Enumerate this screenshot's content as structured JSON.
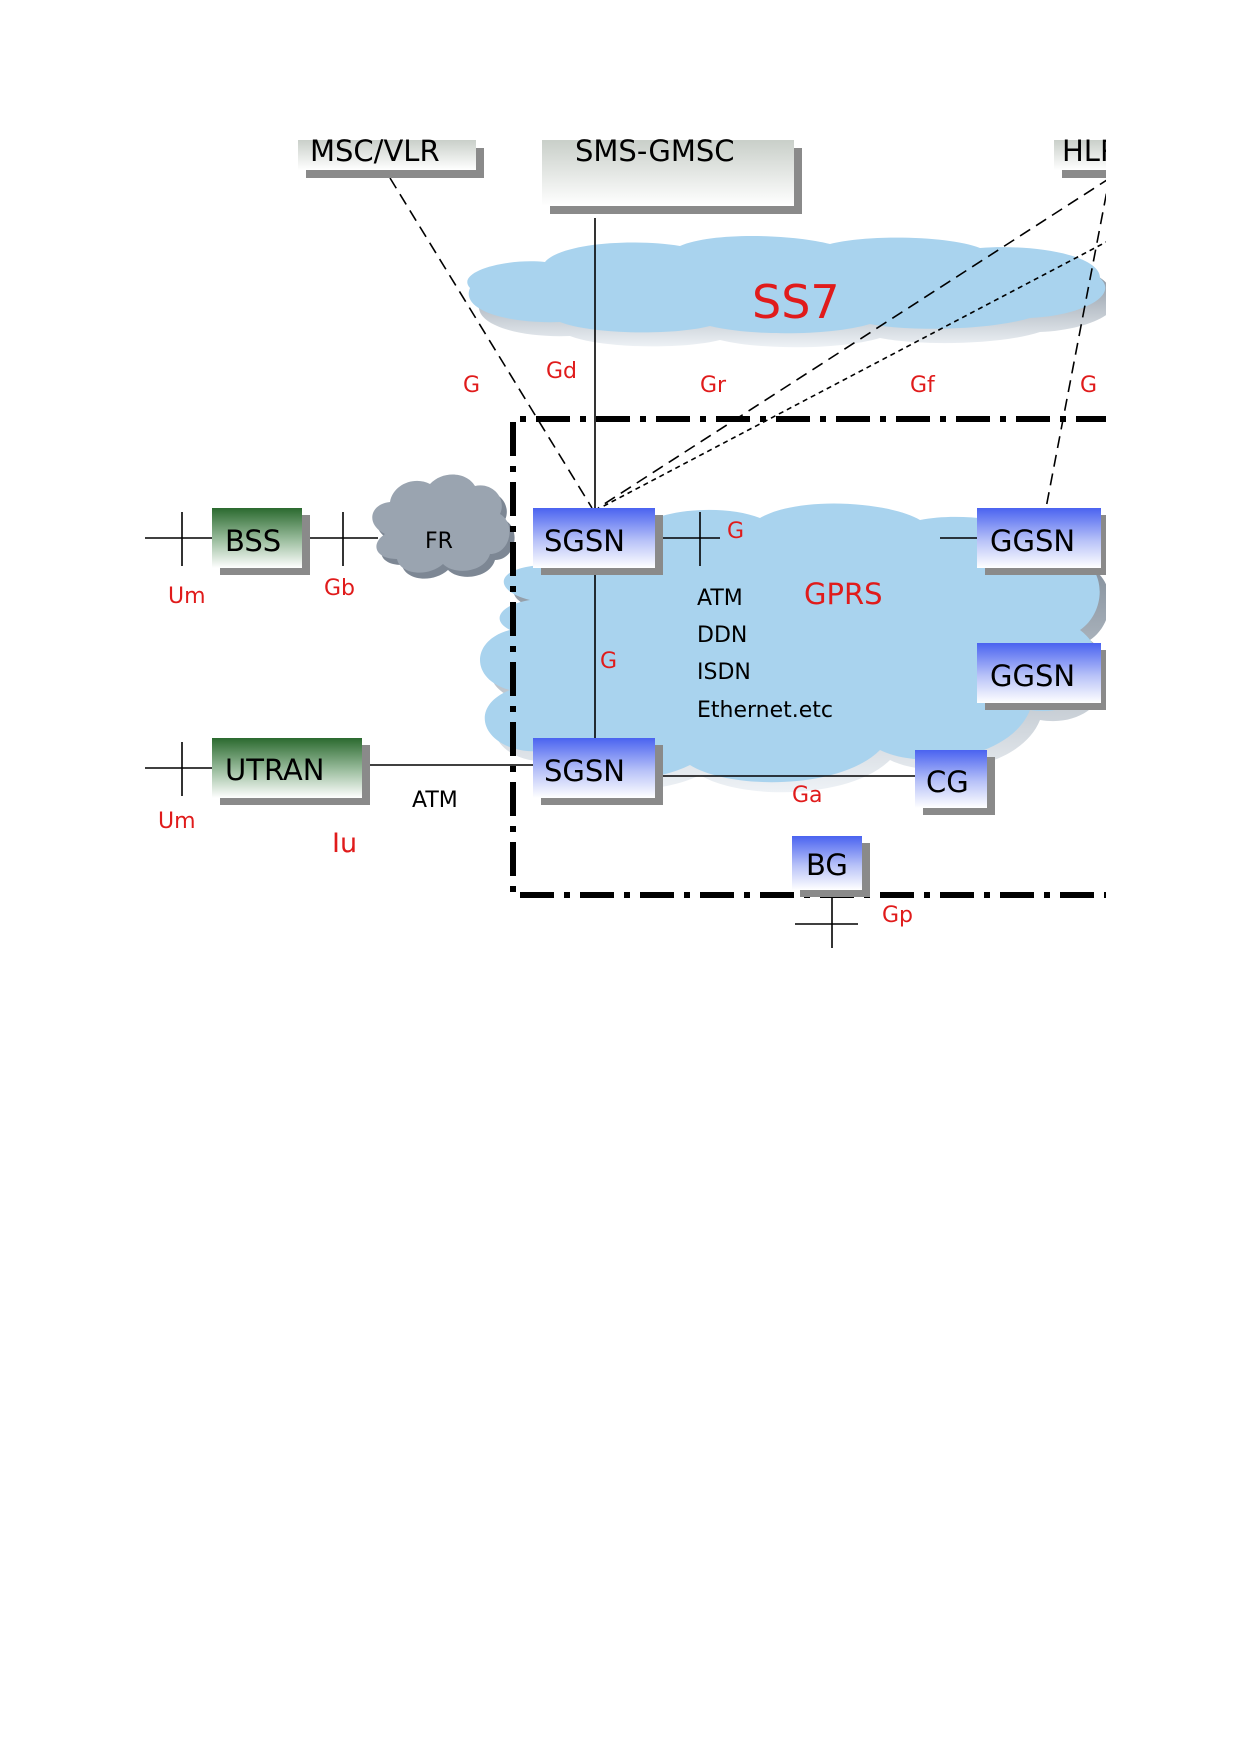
{
  "nodes": {
    "msc_vlr": "MSC/VLR",
    "sms": "SMS-GMSC",
    "hlr": "HLR",
    "bss": "BSS",
    "fr": "FR",
    "sgsn_top": "SGSN",
    "ggsn_top": "GGSN",
    "ggsn_mid": "GGSN",
    "utran": "UTRAN",
    "sgsn_bottom": "SGSN",
    "cg": "CG",
    "bg": "BG"
  },
  "networks": {
    "ss7": "SS7",
    "gprs": "GPRS",
    "backbone": [
      "ATM",
      "DDN",
      "ISDN",
      "Ethernet.etc"
    ],
    "iu_transport": "ATM"
  },
  "interfaces": {
    "g_left": "G",
    "gd": "Gd",
    "gr": "Gr",
    "gf": "Gf",
    "g_right": "G",
    "g_sgsn_ggsn": "G",
    "g_sgsn_sgsn": "G",
    "um_top": "Um",
    "gb": "Gb",
    "um_bottom": "Um",
    "iu": "Iu",
    "ga": "Ga",
    "gp": "Gp"
  },
  "colors": {
    "cloud_ss7": "#a9d3ee",
    "cloud_gprs": "#a9d3ee",
    "cloud_fr": "#9aa4b0",
    "node_blue": "#4d6cf2",
    "node_green": "#2f6b34",
    "label_red": "#e01b1b"
  }
}
